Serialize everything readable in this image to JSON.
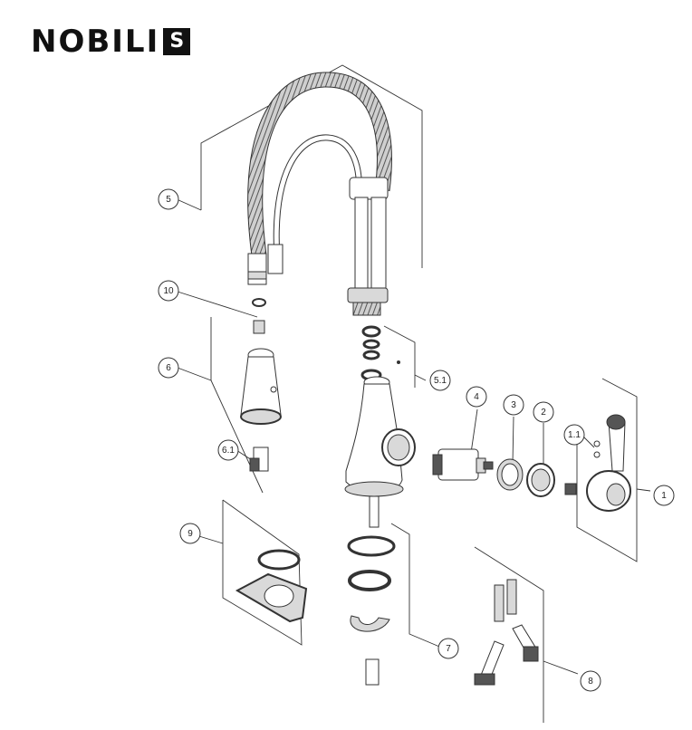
{
  "brand": {
    "name": "NOBILI",
    "box_letter": "S"
  },
  "callouts": [
    {
      "id": "1",
      "label": "1"
    },
    {
      "id": "1.1",
      "label": "1.1"
    },
    {
      "id": "2",
      "label": "2"
    },
    {
      "id": "3",
      "label": "3"
    },
    {
      "id": "4",
      "label": "4"
    },
    {
      "id": "5",
      "label": "5"
    },
    {
      "id": "5.1",
      "label": "5.1"
    },
    {
      "id": "6",
      "label": "6"
    },
    {
      "id": "6.1",
      "label": "6.1"
    },
    {
      "id": "7",
      "label": "7"
    },
    {
      "id": "8",
      "label": "8"
    },
    {
      "id": "9",
      "label": "9"
    },
    {
      "id": "10",
      "label": "10"
    }
  ],
  "colors": {
    "line": "#333333",
    "fill": "#ffffff",
    "shade": "#d9d9d9",
    "dark": "#555555"
  }
}
